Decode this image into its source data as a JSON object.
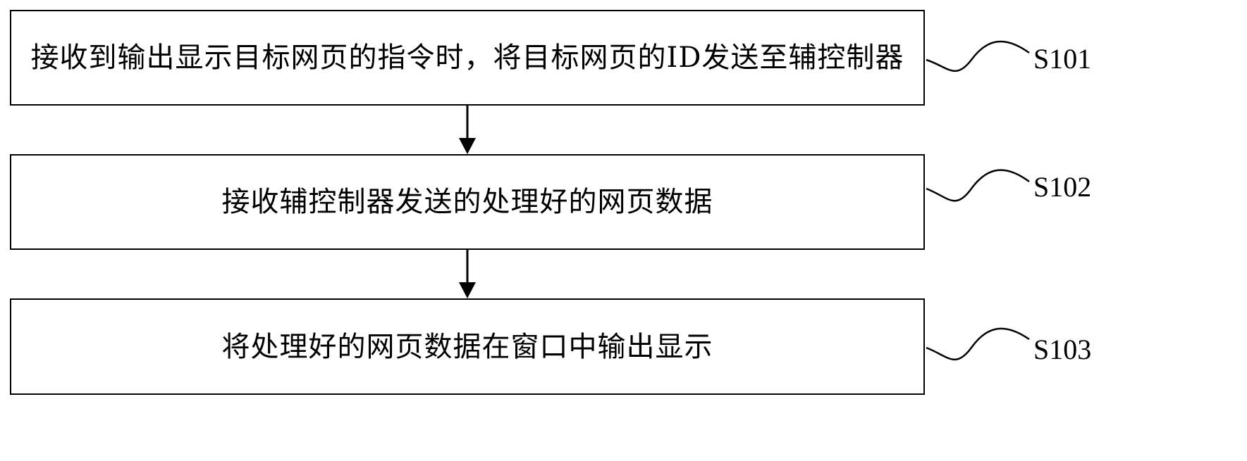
{
  "steps": [
    {
      "id": "S101",
      "text": "接收到输出显示目标网页的指令时，将目标网页的ID发送至辅控制器"
    },
    {
      "id": "S102",
      "text": "接收辅控制器发送的处理好的网页数据"
    },
    {
      "id": "S103",
      "text": "将处理好的网页数据在窗口中输出显示"
    }
  ],
  "colors": {
    "stroke": "#000000",
    "background": "#ffffff"
  }
}
